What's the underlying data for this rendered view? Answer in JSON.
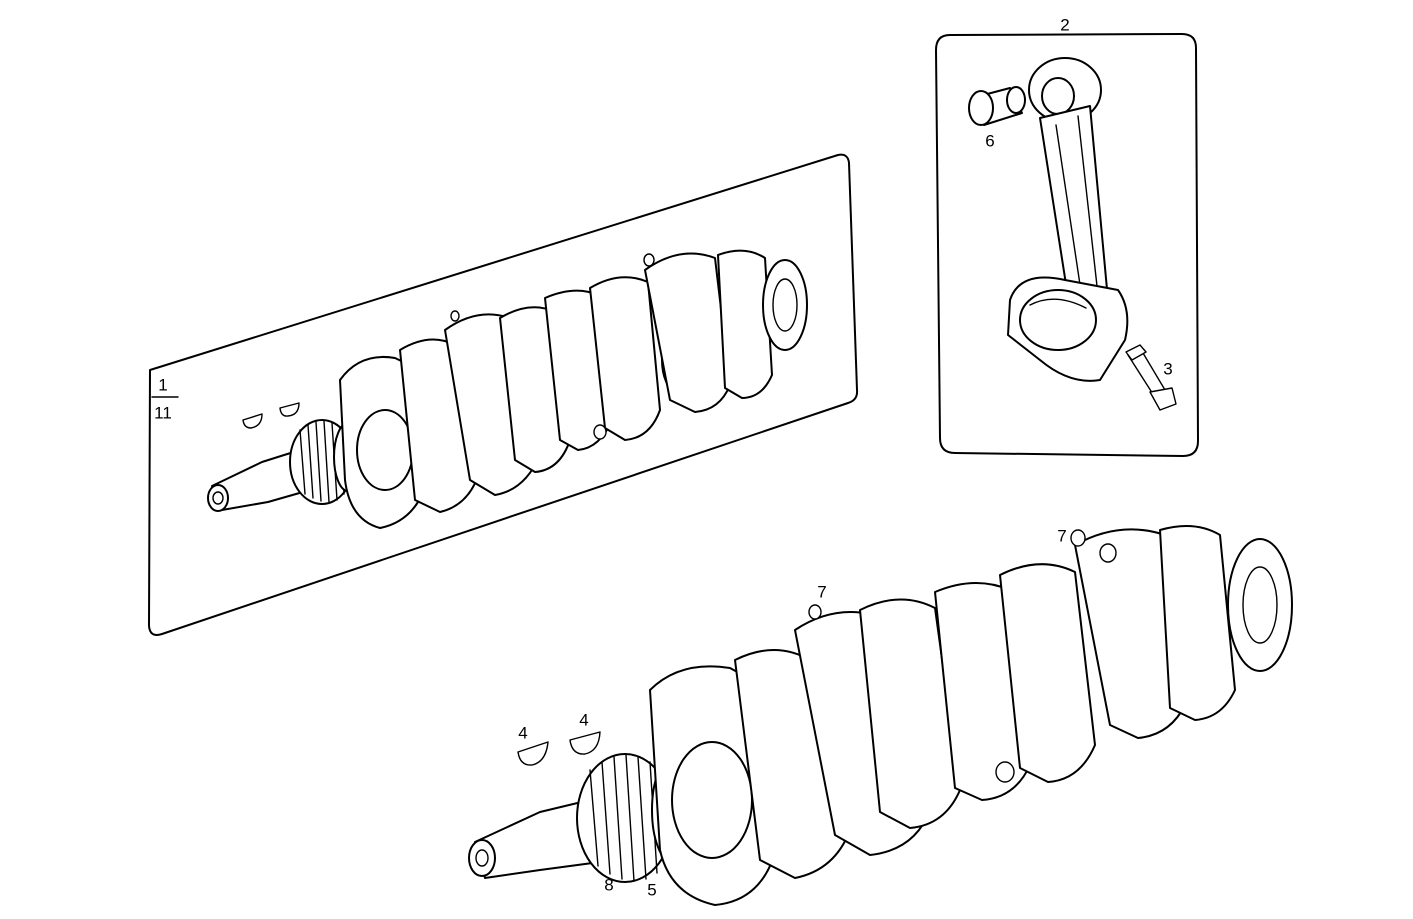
{
  "labels": {
    "kit_fraction_num": "1",
    "kit_fraction_den": "11",
    "conrod_group": "2",
    "conrod_bolt": "3",
    "key_left": "4",
    "key_right": "4",
    "gear": "5",
    "bushing": "6",
    "plug_top": "7",
    "plug_mid": "7",
    "sprocket": "8"
  },
  "colors": {
    "line": "#000000",
    "background": "#ffffff"
  }
}
